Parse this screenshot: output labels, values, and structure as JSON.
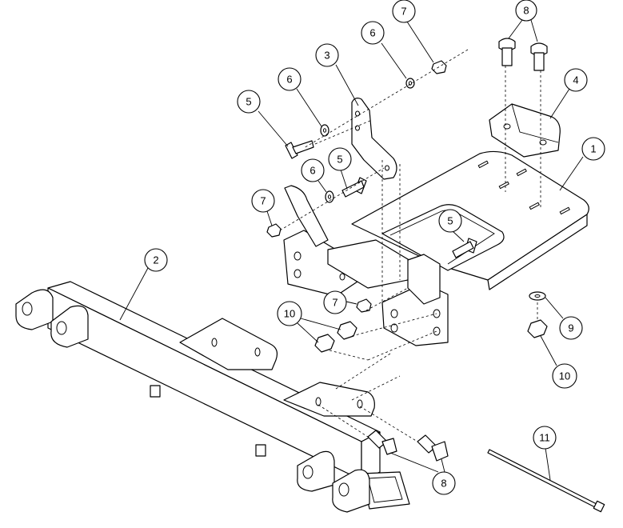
{
  "callouts": [
    {
      "id": "c1",
      "label": "1"
    },
    {
      "id": "c2",
      "label": "2"
    },
    {
      "id": "c3",
      "label": "3"
    },
    {
      "id": "c4",
      "label": "4"
    },
    {
      "id": "c5a",
      "label": "5"
    },
    {
      "id": "c5b",
      "label": "5"
    },
    {
      "id": "c5c",
      "label": "5"
    },
    {
      "id": "c6a",
      "label": "6"
    },
    {
      "id": "c6b",
      "label": "6"
    },
    {
      "id": "c6c",
      "label": "6"
    },
    {
      "id": "c7a",
      "label": "7"
    },
    {
      "id": "c7b",
      "label": "7"
    },
    {
      "id": "c7c",
      "label": "7"
    },
    {
      "id": "c8a",
      "label": "8"
    },
    {
      "id": "c8b",
      "label": "8"
    },
    {
      "id": "c9",
      "label": "9"
    },
    {
      "id": "c10a",
      "label": "10"
    },
    {
      "id": "c10b",
      "label": "10"
    },
    {
      "id": "c11",
      "label": "11"
    }
  ]
}
